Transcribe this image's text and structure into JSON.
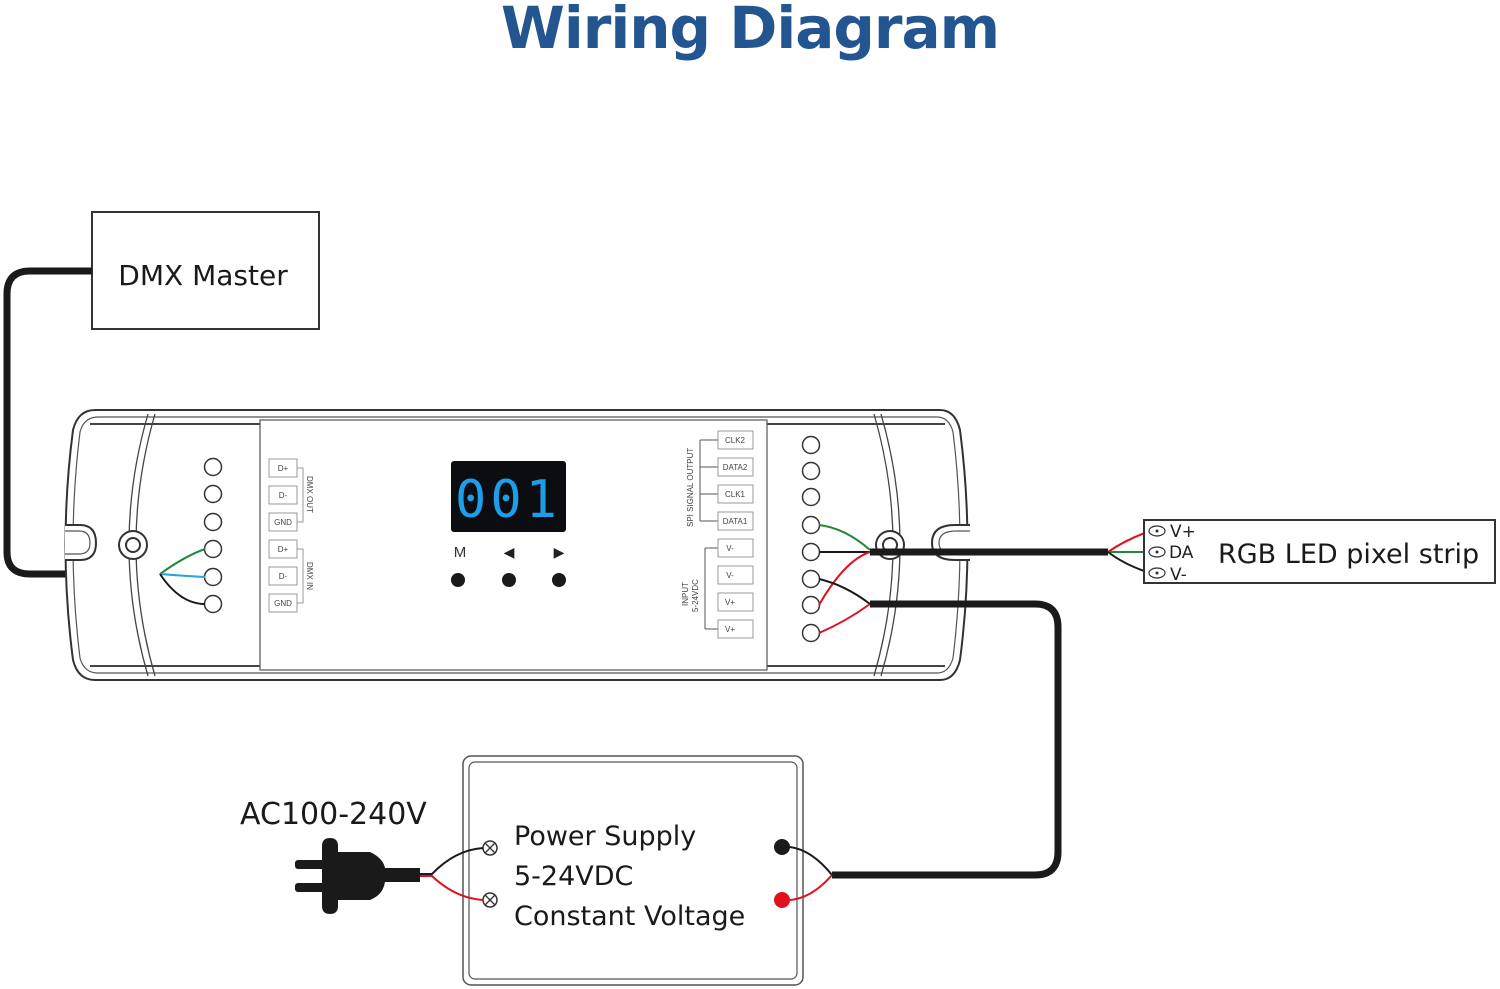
{
  "title": "Wiring Diagram",
  "colors": {
    "title": "#235591",
    "wire_black": "#1a1a1a",
    "wire_red": "#e0101f",
    "wire_green": "#1f8a3a",
    "wire_blue": "#2aa4d9",
    "display_bg": "#0b0d10",
    "display_digits": "#1f9ee8"
  },
  "dmx_master": {
    "label": "DMX Master"
  },
  "controller": {
    "display_value": "001",
    "buttons": [
      {
        "label": "M",
        "icon": "mode"
      },
      {
        "label": "◀",
        "icon": "left-arrow-icon"
      },
      {
        "label": "▶",
        "icon": "right-arrow-icon"
      }
    ],
    "dmx_terminals": {
      "dmx_out": {
        "group_label": "DMX OUT",
        "pins": [
          "D+",
          "D-",
          "GND"
        ]
      },
      "dmx_in": {
        "group_label": "DMX IN",
        "pins": [
          "D+",
          "D-",
          "GND"
        ]
      }
    },
    "spi_terminals": {
      "spi_output": {
        "group_label": "SPI SIGNAL OUTPUT",
        "pins": [
          "CLK2",
          "DATA2",
          "CLK1",
          "DATA1"
        ]
      },
      "input": {
        "group_label": "INPUT 5-24VDC",
        "group_label_line1": "INPUT",
        "group_label_line2": "5-24VDC",
        "pins": [
          "V-",
          "V-",
          "V+",
          "V+"
        ]
      }
    }
  },
  "led_strip": {
    "label": "RGB LED pixel strip",
    "pins": [
      "V+",
      "DA",
      "V-"
    ]
  },
  "power_supply": {
    "lines": [
      "Power Supply",
      "5-24VDC",
      "Constant Voltage"
    ],
    "ac_label": "AC100-240V"
  }
}
